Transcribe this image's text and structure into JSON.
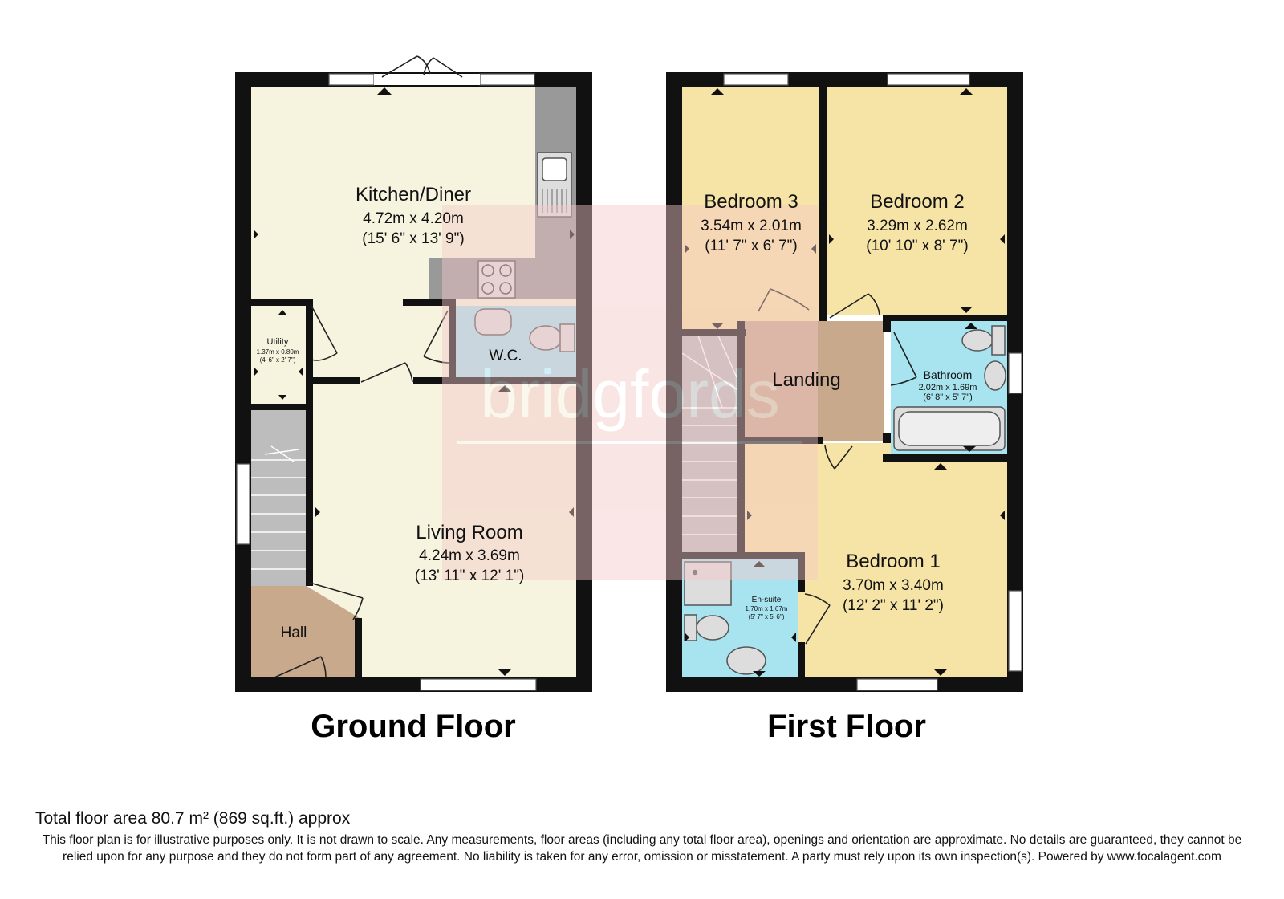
{
  "floors": [
    {
      "title": "Ground Floor",
      "rooms": [
        {
          "name": "Kitchen/Diner",
          "metric": "4.72m x 4.20m",
          "imperial": "(15' 6\" x 13' 9\")"
        },
        {
          "name": "Utility",
          "metric": "1.37m x 0.80m",
          "imperial": "(4' 6\" x 2' 7\")"
        },
        {
          "name": "W.C.",
          "metric": "",
          "imperial": ""
        },
        {
          "name": "Living Room",
          "metric": "4.24m x 3.69m",
          "imperial": "(13' 11\" x 12' 1\")"
        },
        {
          "name": "Hall",
          "metric": "",
          "imperial": ""
        }
      ]
    },
    {
      "title": "First Floor",
      "rooms": [
        {
          "name": "Bedroom 3",
          "metric": "3.54m x 2.01m",
          "imperial": "(11' 7\" x 6' 7\")"
        },
        {
          "name": "Bedroom 2",
          "metric": "3.29m x 2.62m",
          "imperial": "(10' 10\" x 8' 7\")"
        },
        {
          "name": "Landing",
          "metric": "",
          "imperial": ""
        },
        {
          "name": "Bathroom",
          "metric": "2.02m x 1.69m",
          "imperial": "(6' 8\" x 5' 7\")"
        },
        {
          "name": "Bedroom 1",
          "metric": "3.70m x 3.40m",
          "imperial": "(12' 2\" x 11' 2\")"
        },
        {
          "name": "En-suite",
          "metric": "1.70m x 1.67m",
          "imperial": "(5' 7\" x 5' 6\")"
        }
      ]
    }
  ],
  "watermark": "bridgfords",
  "footer": {
    "total_area": "Total floor area 80.7 m² (869 sq.ft.) approx",
    "disclaimer": "This floor plan is for illustrative purposes only. It is not drawn to scale. Any measurements, floor areas (including any total floor area), openings and orientation are approximate. No details are guaranteed, they cannot be relied upon for any purpose and they do not form part of any agreement. No liability is taken for any error, omission or misstatement. A party must rely upon its own inspection(s). Powered by www.focalagent.com"
  },
  "colors": {
    "wall": "#111111",
    "kitchen_living": "#f6f4df",
    "bedroom": "#f6e4a6",
    "wet_room": "#a8e4f0",
    "hall_landing": "#c9a98c",
    "stairs": "#bdbdbd",
    "watermark_tint": "#f4c7c7"
  }
}
